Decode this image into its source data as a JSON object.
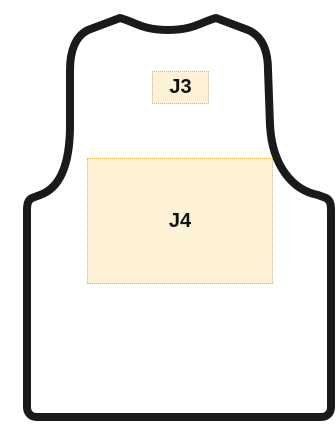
{
  "garment": {
    "type": "vest-back",
    "outline_color": "#1a1a1a",
    "fill_color": "#ffffff"
  },
  "zones": [
    {
      "id": "j3",
      "label": "J3",
      "fill": "#fdf1d6",
      "border": "#f0b24a"
    },
    {
      "id": "j4",
      "label": "J4",
      "fill": "#fdf1d6",
      "border": "#f0b24a"
    }
  ]
}
